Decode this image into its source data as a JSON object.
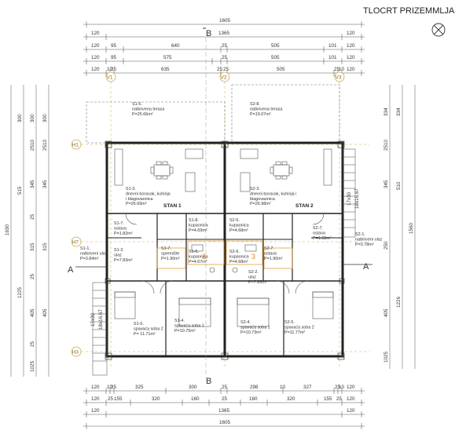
{
  "title": "TLOCRT PRIZEMMLJA",
  "section_marks": {
    "b_top": "B",
    "b_bottom": "B",
    "a_left": "A",
    "a_right": "A"
  },
  "axis_labels": {
    "v1": "V1",
    "v2": "V2",
    "v3": "V3",
    "h1": "H1",
    "h7": "H7",
    "h3": "H3"
  },
  "top_dims": {
    "row1": [
      "1605"
    ],
    "row2": [
      "120",
      "1365",
      "120"
    ],
    "row3": [
      "120",
      "95",
      "640",
      "25",
      "505",
      "101",
      "120"
    ],
    "row4": [
      "120",
      "95",
      "575",
      "25",
      "505",
      "101",
      "120"
    ],
    "row5": [
      "120",
      "10",
      "25",
      "635",
      "25",
      "25",
      "505",
      "25",
      "10",
      "120"
    ]
  },
  "bottom_dims": {
    "row1": [
      "120",
      "10",
      "25",
      "325",
      "300",
      "25",
      "298",
      "10",
      "327",
      "25",
      "10",
      "120"
    ],
    "row2": [
      "120",
      "25",
      "155",
      "320",
      "160",
      "25",
      "160",
      "320",
      "155",
      "25",
      "120"
    ],
    "row3": [
      "120",
      "1365",
      "120"
    ],
    "row4": [
      "1605"
    ]
  },
  "left_dims": {
    "outer": [
      "1630"
    ],
    "mid": [
      "300",
      "515",
      "1225"
    ],
    "inner": [
      "300",
      "2510",
      "345",
      "25",
      "315",
      "25",
      "405",
      "25",
      "1025"
    ]
  },
  "right_dims": {
    "outer": [
      "1560"
    ],
    "mid": [
      "334",
      "510",
      "1226"
    ],
    "inner": [
      "334",
      "2510",
      "345",
      "25",
      "250",
      "25",
      "405",
      "1025"
    ]
  },
  "stair_labels": {
    "left": "17x30\n18x16,67",
    "left_a": "17x30",
    "left_b": "18x16,67",
    "right_a": "17x30",
    "right_b": "18x16,67"
  },
  "units": {
    "stan1": "STAN 1",
    "stan2": "STAN 2"
  },
  "rooms": {
    "s15": [
      "S1-5.",
      "natkrivena terasa",
      "P=25.66m²"
    ],
    "s28": [
      "S2-8.",
      "natkrivena terasa",
      "P=19.07m²"
    ],
    "s13": [
      "S1-3.",
      "dnevni boravak, kuhinja",
      "i blagovaonica",
      "P=26.69m²"
    ],
    "s23": [
      "S2-3.",
      "dnevni boravak, kuhinja i",
      "blagovaonica",
      "P=26.98m²"
    ],
    "s17": [
      "S1-7.",
      "ostava",
      "P=1.82m²"
    ],
    "s18": [
      "S1-8.",
      "kupaonica",
      "P=4.69m²"
    ],
    "s25": [
      "S2-5.",
      "kupaonica",
      "P=4.68m²"
    ],
    "s27": [
      "S2-7.",
      "ostava",
      "P=1.62m²"
    ],
    "s11": [
      "S1-1.",
      "natkriveni ulaz",
      "P=3.84m²"
    ],
    "s12": [
      "S1-2.",
      "ulaz",
      "P=7.83m²"
    ],
    "s17b": [
      "S1-7.",
      "spremište",
      "P=1.90m²"
    ],
    "s16": [
      "S1-6.",
      "kupaonica",
      "P=4.67m²"
    ],
    "s26": [
      "S2-6.",
      "kupaonica",
      "P=4.68m²"
    ],
    "s27b": [
      "S2-7.",
      "ostava",
      "P=1.90m²"
    ],
    "s22": [
      "S2-2.",
      "ulaz",
      "P=7.65m²"
    ],
    "s21": [
      "S2-1.",
      "natkriveni ulaz",
      "P=3.78m²"
    ],
    "s15b": [
      "S1-5.",
      "spavaća soba 2",
      "P= 11.71m²"
    ],
    "s14": [
      "S1-4.",
      "spavaća soba 1",
      "P=10.75m²"
    ],
    "s24": [
      "S2-4.",
      "spavaća soba 1",
      "P=10.73m²"
    ],
    "s25b": [
      "S2-5.",
      "spavaća soba 2",
      "P=11.77m²"
    ]
  },
  "markers": {
    "m3a": "3",
    "m3b": "3"
  }
}
